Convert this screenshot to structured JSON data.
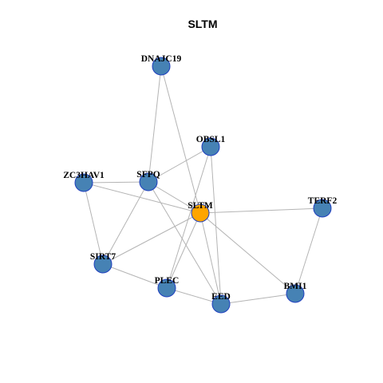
{
  "title": "SLTM",
  "colors": {
    "node_default": "#4682b4",
    "node_center": "#ffa500",
    "node_border": "#1f3fbf",
    "edge": "#b4b4b4"
  },
  "nodes": [
    {
      "id": "DNAJC19",
      "label": "DNAJC19",
      "center": false
    },
    {
      "id": "OBSL1",
      "label": "OBSL1",
      "center": false
    },
    {
      "id": "ZC3HAV1",
      "label": "ZC3HAV1",
      "center": false
    },
    {
      "id": "SFPQ",
      "label": "SFPQ",
      "center": false
    },
    {
      "id": "SLTM",
      "label": "SLTM",
      "center": true
    },
    {
      "id": "TERF2",
      "label": "TERF2",
      "center": false
    },
    {
      "id": "SIRT7",
      "label": "SIRT7",
      "center": false
    },
    {
      "id": "PLEC",
      "label": "PLEC",
      "center": false
    },
    {
      "id": "EED",
      "label": "EED",
      "center": false
    },
    {
      "id": "BMI1",
      "label": "BMI1",
      "center": false
    }
  ],
  "edges": [
    [
      "DNAJC19",
      "SFPQ"
    ],
    [
      "DNAJC19",
      "SLTM"
    ],
    [
      "OBSL1",
      "SFPQ"
    ],
    [
      "OBSL1",
      "PLEC"
    ],
    [
      "OBSL1",
      "EED"
    ],
    [
      "ZC3HAV1",
      "SFPQ"
    ],
    [
      "ZC3HAV1",
      "SLTM"
    ],
    [
      "ZC3HAV1",
      "SIRT7"
    ],
    [
      "SFPQ",
      "SIRT7"
    ],
    [
      "SFPQ",
      "EED"
    ],
    [
      "SFPQ",
      "SLTM"
    ],
    [
      "SLTM",
      "TERF2"
    ],
    [
      "SLTM",
      "SIRT7"
    ],
    [
      "SLTM",
      "PLEC"
    ],
    [
      "SLTM",
      "EED"
    ],
    [
      "SLTM",
      "BMI1"
    ],
    [
      "TERF2",
      "BMI1"
    ],
    [
      "SIRT7",
      "PLEC"
    ],
    [
      "PLEC",
      "EED"
    ],
    [
      "EED",
      "BMI1"
    ]
  ]
}
